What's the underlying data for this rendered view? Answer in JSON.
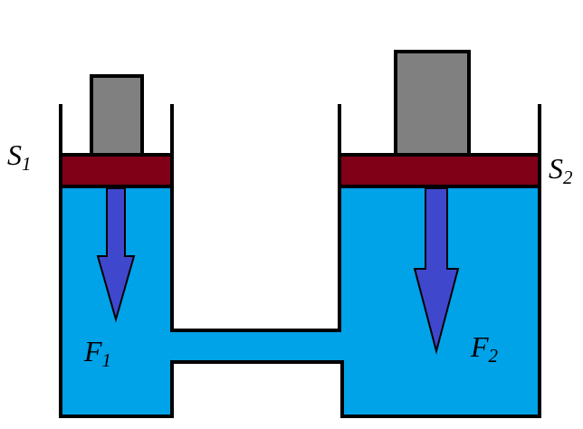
{
  "labels": {
    "s1": {
      "main": "S",
      "sub": "1"
    },
    "s2": {
      "main": "S",
      "sub": "2"
    },
    "f1": {
      "main": "F",
      "sub": "1"
    },
    "f2": {
      "main": "F",
      "sub": "2"
    }
  },
  "colors": {
    "fluid": "#00a2e8",
    "piston": "#800018",
    "weight": "#808080",
    "arrow": "#3f48cc",
    "outline": "#000000"
  }
}
